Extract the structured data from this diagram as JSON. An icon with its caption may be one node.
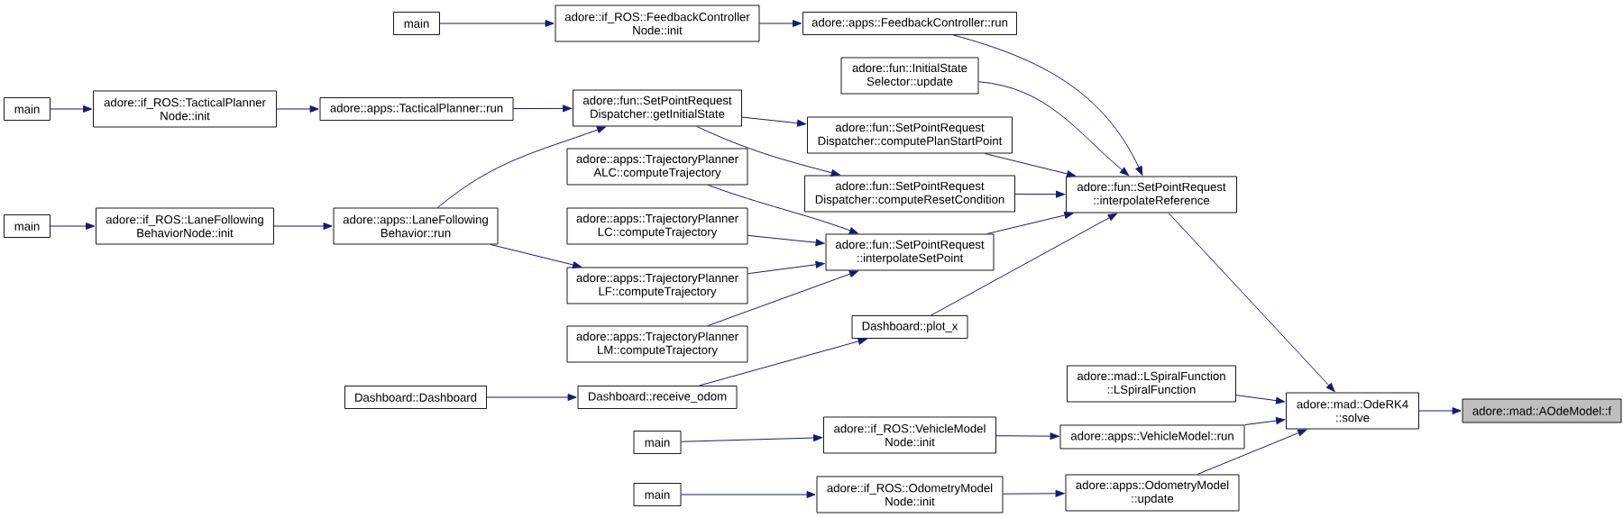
{
  "diagram": {
    "nodes": [
      {
        "text": [
          "main"
        ]
      },
      {
        "text": [
          "main"
        ]
      },
      {
        "text": [
          "adore::if_ROS::TacticalPlanner Node::init"
        ]
      },
      {
        "text": [
          "adore::apps::TacticalPlanner::run"
        ]
      },
      {
        "text": [
          "main"
        ]
      },
      {
        "text": [
          "adore::if_ROS::LaneFollowing BehaviorNode::init"
        ]
      },
      {
        "text": [
          "adore::apps::LaneFollowing Behavior::run"
        ]
      },
      {
        "text": [
          "Dashboard::Dashboard"
        ]
      },
      {
        "text": [
          "adore::if_ROS::FeedbackController Node::init"
        ]
      },
      {
        "text": [
          "adore::fun::SetPointRequest Dispatcher::getInitialState"
        ]
      },
      {
        "text": [
          "adore::apps::TrajectoryPlanner ALC::computeTrajectory"
        ]
      },
      {
        "text": [
          "adore::apps::TrajectoryPlanner LC::computeTrajectory"
        ]
      },
      {
        "text": [
          "adore::apps::TrajectoryPlanner LF::computeTrajectory"
        ]
      },
      {
        "text": [
          "adore::apps::TrajectoryPlanner LM::computeTrajectory"
        ]
      },
      {
        "text": [
          "Dashboard::receive_odom"
        ]
      },
      {
        "text": [
          "main"
        ]
      },
      {
        "text": [
          "main"
        ]
      },
      {
        "text": [
          "adore::apps::FeedbackController::run"
        ]
      },
      {
        "text": [
          "adore::fun::InitialState Selector::update"
        ]
      },
      {
        "text": [
          "adore::fun::SetPointRequest Dispatcher::computePlanStartPoint"
        ]
      },
      {
        "text": [
          "adore::fun::SetPointRequest Dispatcher::computeResetCondition"
        ]
      },
      {
        "text": [
          "adore::fun::SetPointRequest ::interpolateSetPoint"
        ]
      },
      {
        "text": [
          "Dashboard::plot_x"
        ]
      },
      {
        "text": [
          "adore::if_ROS::VehicleModel Node::init"
        ]
      },
      {
        "text": [
          "adore::if_ROS::OdometryModel Node::init"
        ]
      },
      {
        "text": [
          "adore::fun::SetPointRequest ::interpolateReference"
        ]
      },
      {
        "text": [
          "adore::mad::LSpiralFunction ::LSpiralFunction"
        ]
      },
      {
        "text": [
          "adore::apps::VehicleModel::run"
        ]
      },
      {
        "text": [
          "adore::apps::OdometryModel ::update"
        ]
      },
      {
        "text": [
          "adore::mad::OdeRK4 ::solve"
        ]
      },
      {
        "text": [
          "adore::mad::AOdeModel::f"
        ]
      }
    ],
    "edges": [
      {
        "from": 0,
        "to": 8,
        "arrow": "to"
      },
      {
        "from": 8,
        "to": 17,
        "arrow": "to"
      },
      {
        "from": 17,
        "to": 25,
        "arrow": "to"
      },
      {
        "from": 1,
        "to": 2,
        "arrow": "to"
      },
      {
        "from": 2,
        "to": 3,
        "arrow": "to"
      },
      {
        "from": 3,
        "to": 9,
        "arrow": "to"
      },
      {
        "from": 4,
        "to": 5,
        "arrow": "to"
      },
      {
        "from": 5,
        "to": 6,
        "arrow": "to"
      },
      {
        "from": 6,
        "to": 9,
        "arrow": "to"
      },
      {
        "from": 6,
        "to": 12,
        "arrow": "to"
      },
      {
        "from": 9,
        "to": 19,
        "arrow": "to"
      },
      {
        "from": 9,
        "to": 20,
        "arrow": "to"
      },
      {
        "from": 18,
        "to": 25,
        "arrow": "to"
      },
      {
        "from": 19,
        "to": 25,
        "arrow": "to"
      },
      {
        "from": 20,
        "to": 25,
        "arrow": "to"
      },
      {
        "from": 21,
        "to": 25,
        "arrow": "to"
      },
      {
        "from": 10,
        "to": 21,
        "arrow": "to"
      },
      {
        "from": 11,
        "to": 21,
        "arrow": "to"
      },
      {
        "from": 12,
        "to": 21,
        "arrow": "to"
      },
      {
        "from": 13,
        "to": 21,
        "arrow": "to"
      },
      {
        "from": 22,
        "to": 25,
        "arrow": "to"
      },
      {
        "from": 7,
        "to": 14,
        "arrow": "to"
      },
      {
        "from": 14,
        "to": 22,
        "arrow": "to"
      },
      {
        "from": 15,
        "to": 23,
        "arrow": "to"
      },
      {
        "from": 23,
        "to": 27,
        "arrow": "to"
      },
      {
        "from": 16,
        "to": 24,
        "arrow": "to"
      },
      {
        "from": 24,
        "to": 28,
        "arrow": "to"
      },
      {
        "from": 25,
        "to": 29,
        "arrow": "to"
      },
      {
        "from": 26,
        "to": 29,
        "arrow": "to"
      },
      {
        "from": 27,
        "to": 29,
        "arrow": "to"
      },
      {
        "from": 28,
        "to": 29,
        "arrow": "to"
      },
      {
        "from": 29,
        "to": 30,
        "arrow": "to"
      }
    ]
  }
}
